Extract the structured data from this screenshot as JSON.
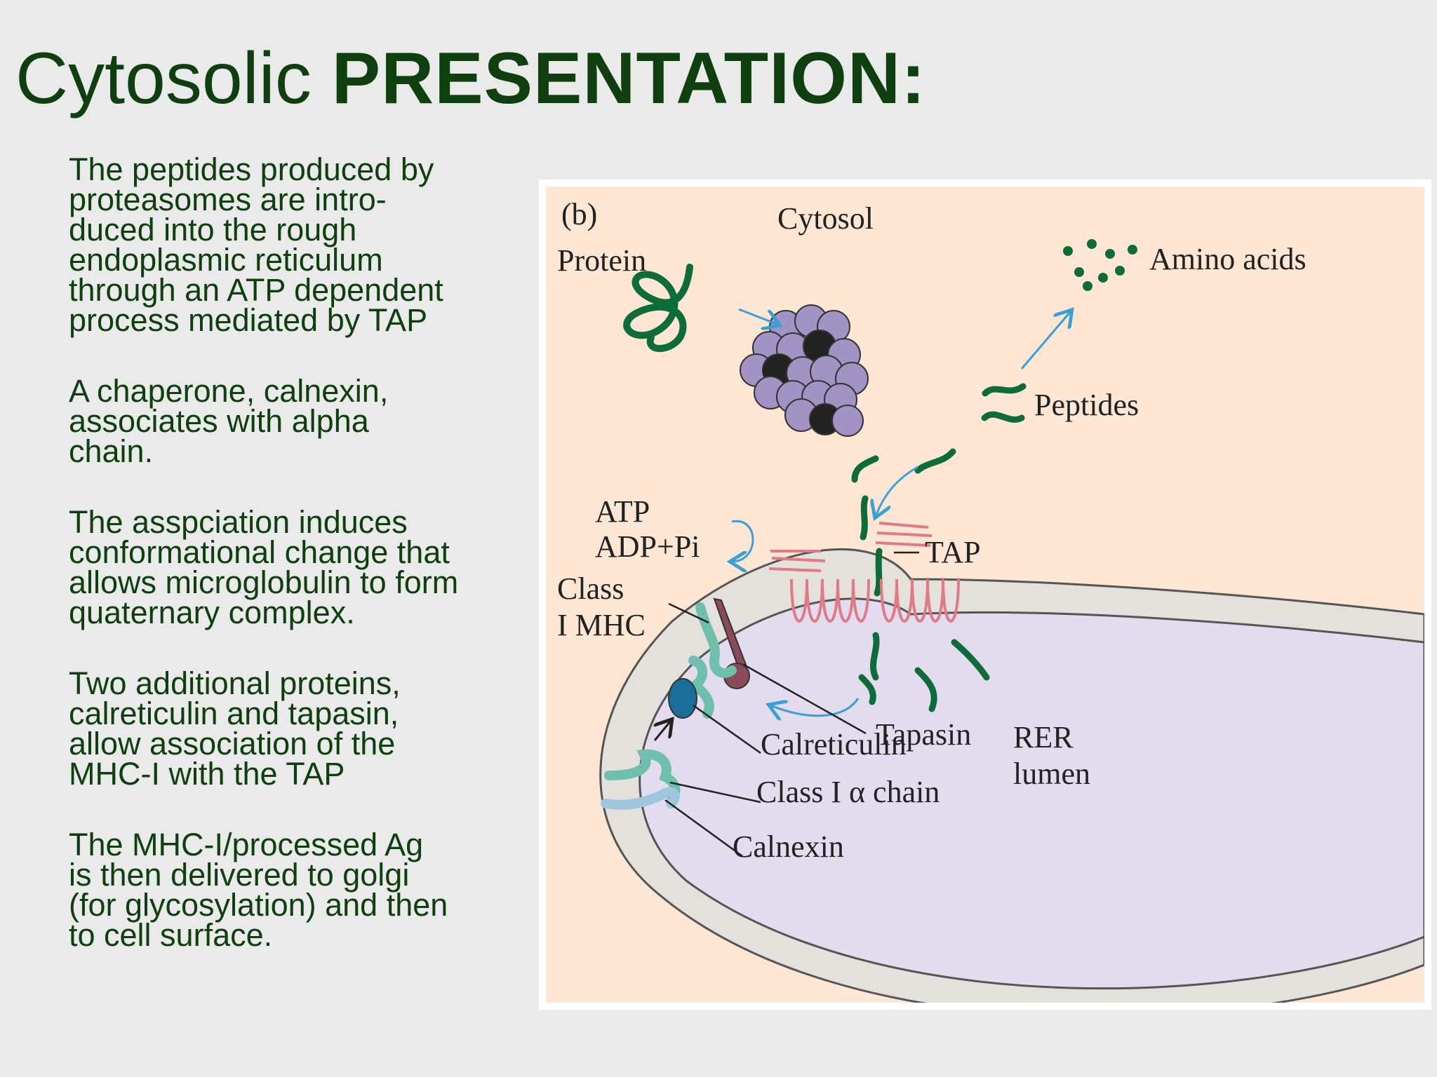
{
  "slide": {
    "title_plain": "Cytosolic ",
    "title_bold": "PRESENTATION:",
    "bullets": [
      "The peptides produced by\nproteasomes are  intro-\nduced into the rough\nendoplasmic reticulum\nthrough an ATP dependent\nprocess mediated by TAP",
      "A chaperone, calnexin,\nassociates with alpha\nchain.",
      "The asspciation induces\nconformational change that\nallows microglobulin to form\nquaternary complex.",
      "Two additional proteins,\ncalreticulin and tapasin,\nallow association of the\nMHC-I with the TAP",
      "The MHC-I/processed Ag\nis then delivered to golgi\n(for glycosylation) and then\nto cell surface."
    ]
  },
  "figure": {
    "panel_label": "(b)",
    "cytosol": "Cytosol",
    "protein": "Protein",
    "amino_acids": "Amino acids",
    "peptides": "Peptides",
    "atp": "ATP",
    "adp_pi": "ADP+Pi",
    "tap": "TAP",
    "class_label_1": "Class",
    "class_label_2": "I MHC",
    "tapasin": "Tapasin",
    "calreticulin": "Calreticulin",
    "class_alpha": "Class I α chain",
    "calnexin": "Calnexin",
    "rer_1": "RER",
    "rer_2": "lumen",
    "colors": {
      "background": "#fde6d3",
      "lumen": "#e3dcee",
      "membrane": "#e4e1dc",
      "peptide": "#0e6b3a",
      "proteasome": "#a193c4",
      "tap": "#e07a86",
      "arrow": "#3a9fd4",
      "calnexin": "#9fc6dc",
      "alpha_chain": "#6fbfad",
      "calreticulin": "#1a6e9a",
      "tapasin": "#8a4a5a"
    }
  }
}
